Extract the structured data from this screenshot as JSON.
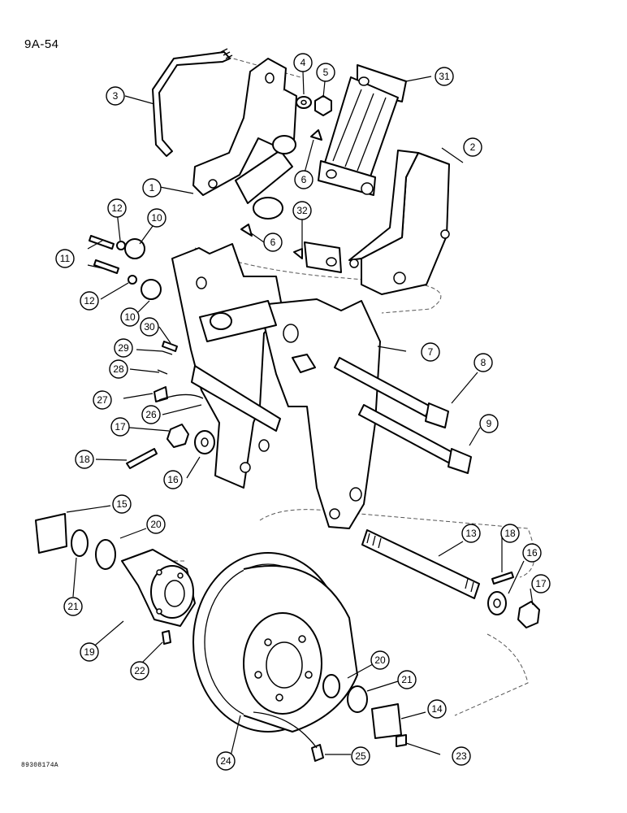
{
  "page_number": "9A-54",
  "figure_code": "89308174A",
  "callouts": [
    {
      "id": "callout-1",
      "number": "1"
    },
    {
      "id": "callout-2",
      "number": "2"
    },
    {
      "id": "callout-3",
      "number": "3"
    },
    {
      "id": "callout-4",
      "number": "4"
    },
    {
      "id": "callout-5",
      "number": "5"
    },
    {
      "id": "callout-6a",
      "number": "6"
    },
    {
      "id": "callout-6b",
      "number": "6"
    },
    {
      "id": "callout-7",
      "number": "7"
    },
    {
      "id": "callout-8",
      "number": "8"
    },
    {
      "id": "callout-9",
      "number": "9"
    },
    {
      "id": "callout-10a",
      "number": "10"
    },
    {
      "id": "callout-10b",
      "number": "10"
    },
    {
      "id": "callout-11",
      "number": "11"
    },
    {
      "id": "callout-12a",
      "number": "12"
    },
    {
      "id": "callout-12b",
      "number": "12"
    },
    {
      "id": "callout-13",
      "number": "13"
    },
    {
      "id": "callout-14",
      "number": "14"
    },
    {
      "id": "callout-15",
      "number": "15"
    },
    {
      "id": "callout-16a",
      "number": "16"
    },
    {
      "id": "callout-16b",
      "number": "16"
    },
    {
      "id": "callout-17a",
      "number": "17"
    },
    {
      "id": "callout-17b",
      "number": "17"
    },
    {
      "id": "callout-18a",
      "number": "18"
    },
    {
      "id": "callout-18b",
      "number": "18"
    },
    {
      "id": "callout-19",
      "number": "19"
    },
    {
      "id": "callout-20a",
      "number": "20"
    },
    {
      "id": "callout-20b",
      "number": "20"
    },
    {
      "id": "callout-21a",
      "number": "21"
    },
    {
      "id": "callout-21b",
      "number": "21"
    },
    {
      "id": "callout-22",
      "number": "22"
    },
    {
      "id": "callout-23",
      "number": "23"
    },
    {
      "id": "callout-24",
      "number": "24"
    },
    {
      "id": "callout-25",
      "number": "25"
    },
    {
      "id": "callout-26",
      "number": "26"
    },
    {
      "id": "callout-27",
      "number": "27"
    },
    {
      "id": "callout-28",
      "number": "28"
    },
    {
      "id": "callout-29",
      "number": "29"
    },
    {
      "id": "callout-30",
      "number": "30"
    },
    {
      "id": "callout-31",
      "number": "31"
    },
    {
      "id": "callout-32",
      "number": "32"
    }
  ]
}
